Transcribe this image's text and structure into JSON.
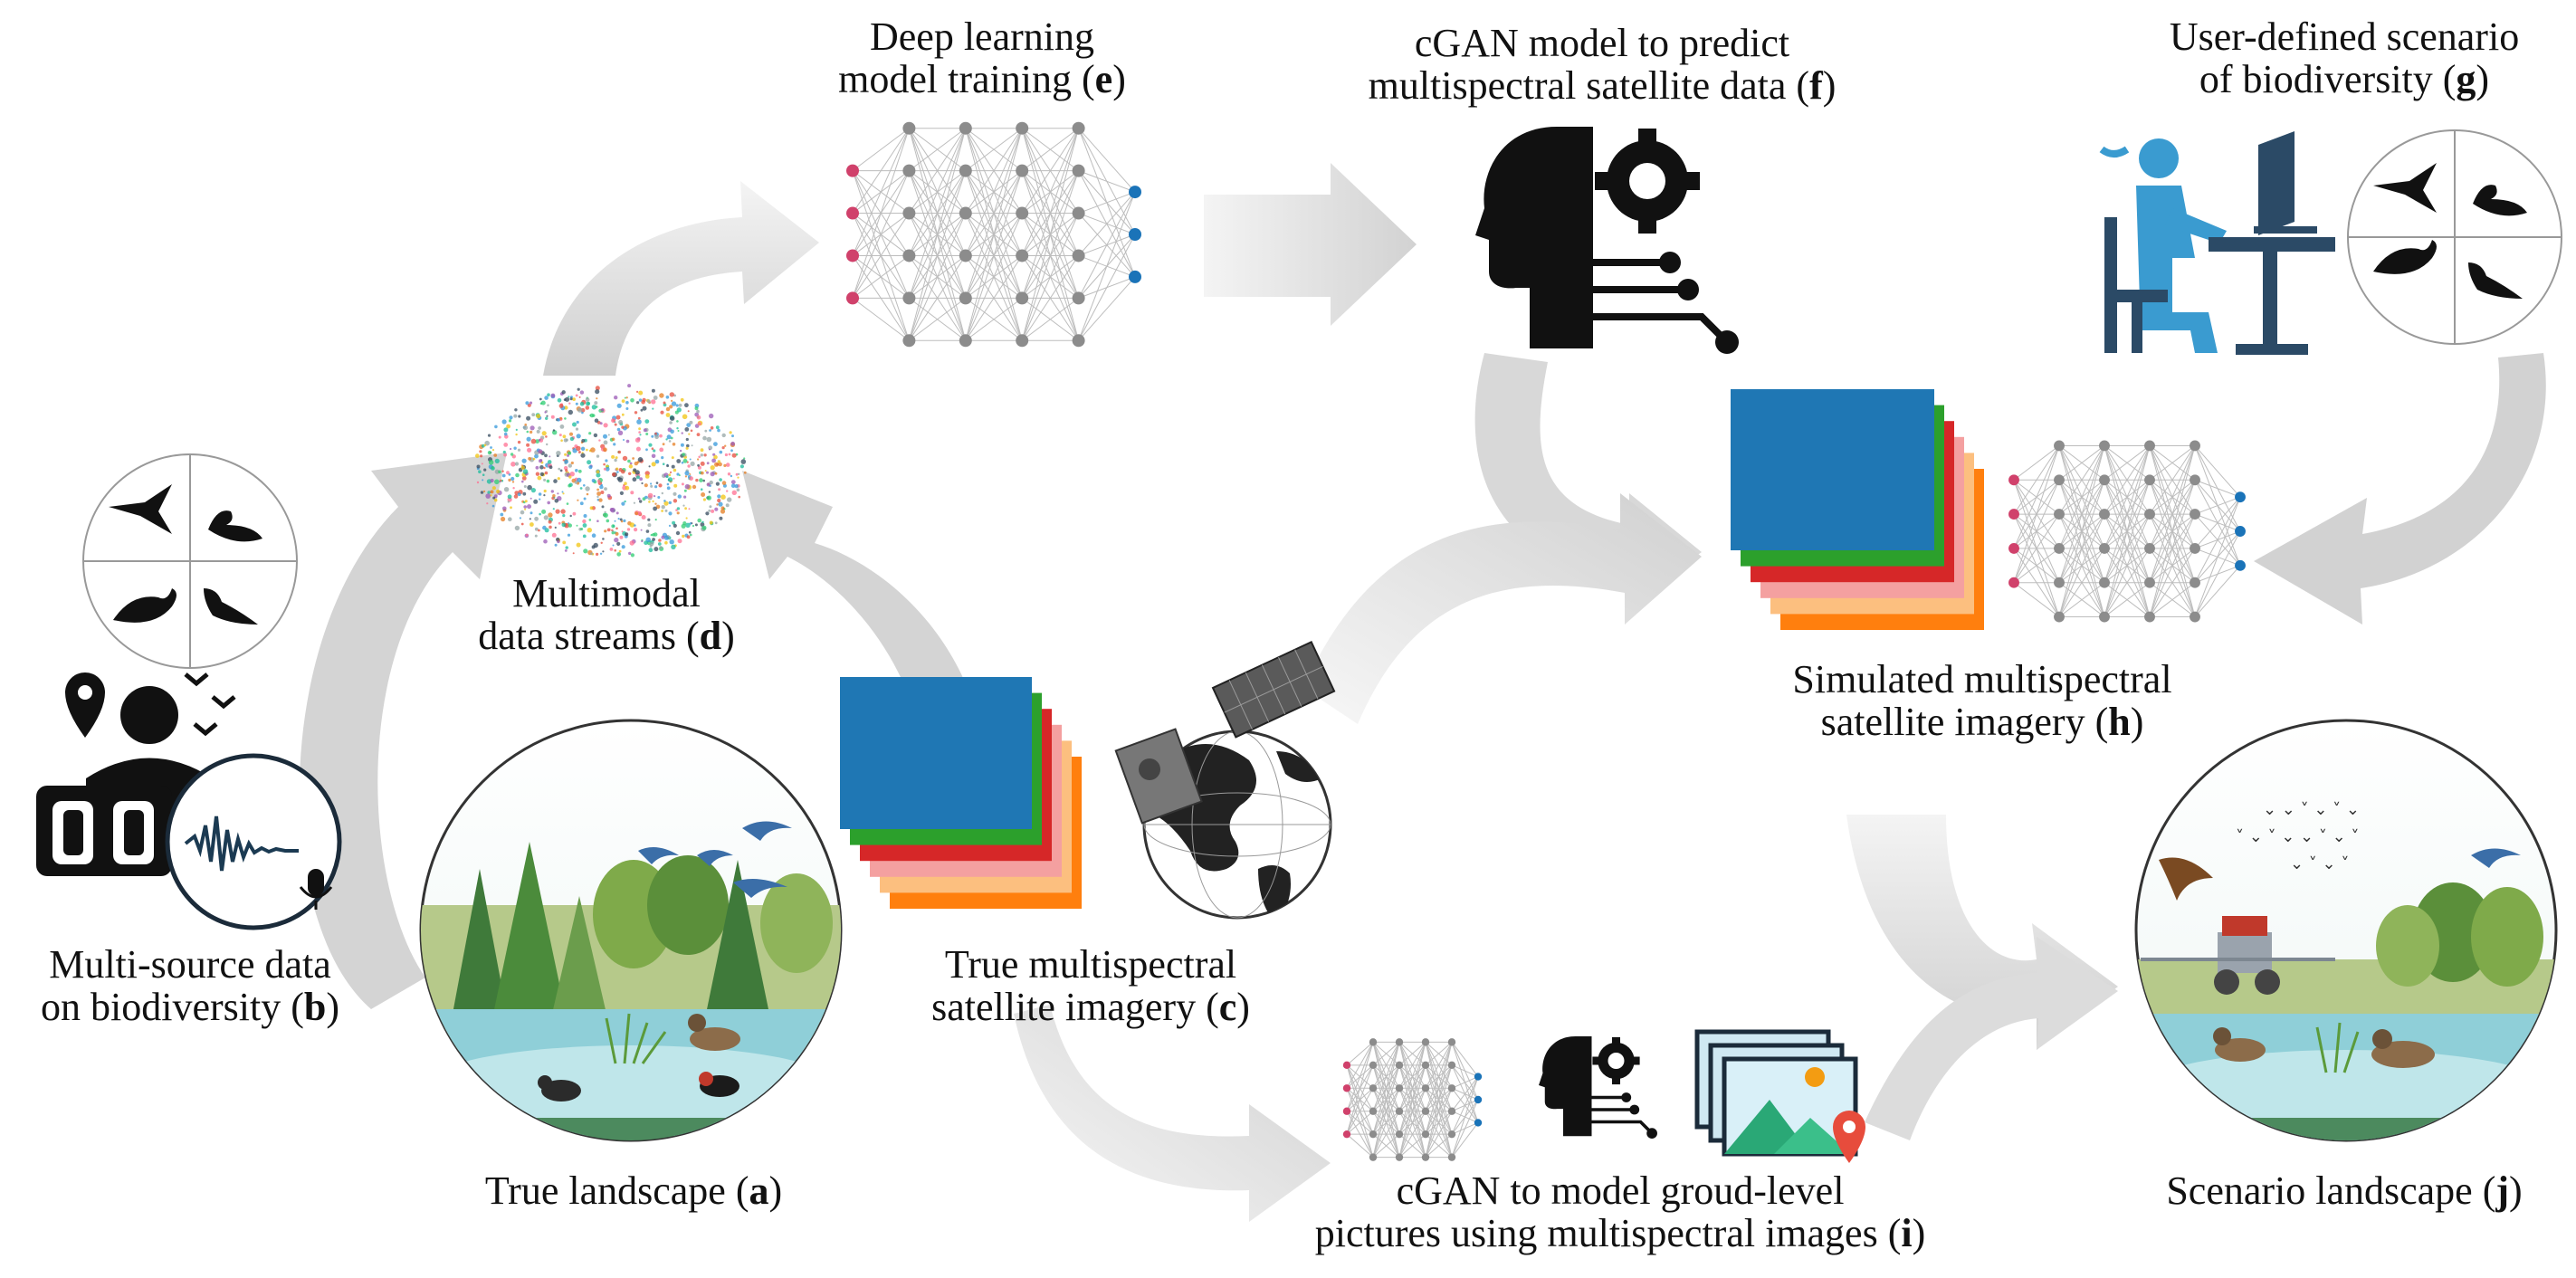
{
  "labels": {
    "a": {
      "line1_pre": "True landscape (",
      "letter": "a",
      "line1_post": ")"
    },
    "b": {
      "line1": "Multi-source data",
      "line2_pre": "on biodiversity (",
      "letter": "b",
      "line2_post": ")"
    },
    "c": {
      "line1": "True multispectral",
      "line2_pre": "satellite imagery (",
      "letter": "c",
      "line2_post": ")"
    },
    "d": {
      "line1": "Multimodal",
      "line2_pre": "data streams (",
      "letter": "d",
      "line2_post": ")"
    },
    "e": {
      "line1": "Deep learning",
      "line2_pre": "model training (",
      "letter": "e",
      "line2_post": ")"
    },
    "f": {
      "line1": "cGAN model to predict",
      "line2_pre": "multispectral satellite data (",
      "letter": "f",
      "line2_post": ")"
    },
    "g": {
      "line1": "User-defined scenario",
      "line2_pre": "of biodiversity (",
      "letter": "g",
      "line2_post": ")"
    },
    "h": {
      "line1": "Simulated multispectral",
      "line2_pre": "satellite imagery (",
      "letter": "h",
      "line2_post": ")"
    },
    "i": {
      "line1": "cGAN to model groud-level",
      "line2_pre": "pictures using multispectral images (",
      "letter": "i",
      "line2_post": ")"
    },
    "j": {
      "line1_pre": "Scenario landscape (",
      "letter": "j",
      "line1_post": ")"
    }
  },
  "colors": {
    "layer_blue": "#1f77b4",
    "layer_green": "#2ca02c",
    "layer_red": "#d62728",
    "layer_pink": "#f4a0a0",
    "layer_peach": "#fcbf7f",
    "layer_orange": "#ff7f0e",
    "arrow_gray": "#d6d6d6",
    "input_node": "#d0416b",
    "output_node": "#1a73b8",
    "hidden_node": "#8c8c8c",
    "person_blue": "#3a9bd0",
    "desk_dark": "#2b4a66"
  },
  "icons": [
    "binoculars-icon",
    "person-icon",
    "location-pin-icon",
    "microphone-icon",
    "bird-icon",
    "satellite-icon",
    "globe-icon",
    "gear-head-icon",
    "computer-user-icon",
    "picture-icon"
  ]
}
